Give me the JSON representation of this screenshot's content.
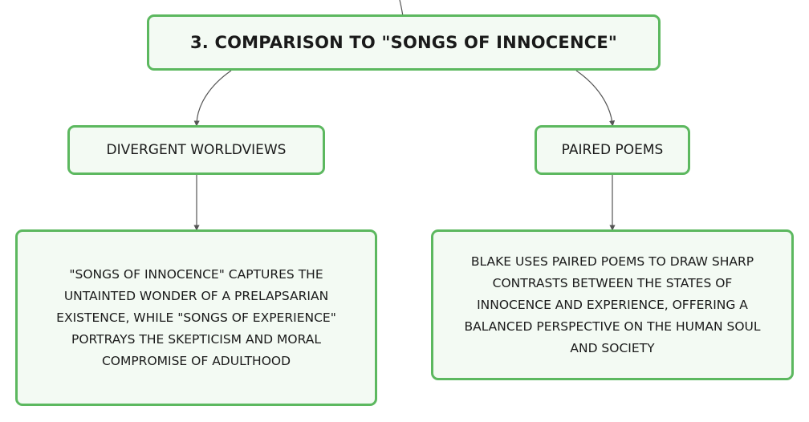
{
  "root": {
    "label": "3. COMPARISON TO \"SONGS OF INNOCENCE\""
  },
  "branches": [
    {
      "title": "DIVERGENT WORLDVIEWS",
      "detail": "\"SONGS OF INNOCENCE\" CAPTURES THE UNTAINTED WONDER OF A PRELAPSARIAN EXISTENCE, WHILE \"SONGS OF EXPERIENCE\" PORTRAYS THE SKEPTICISM AND MORAL COMPROMISE OF ADULTHOOD"
    },
    {
      "title": "PAIRED POEMS",
      "detail": "BLAKE USES PAIRED POEMS TO DRAW SHARP CONTRASTS BETWEEN THE STATES OF INNOCENCE AND EXPERIENCE, OFFERING A BALANCED PERSPECTIVE ON THE HUMAN SOUL AND SOCIETY"
    }
  ],
  "colors": {
    "node_border": "#5cb85f",
    "node_fill": "#f3faf3",
    "connector": "#555555"
  }
}
